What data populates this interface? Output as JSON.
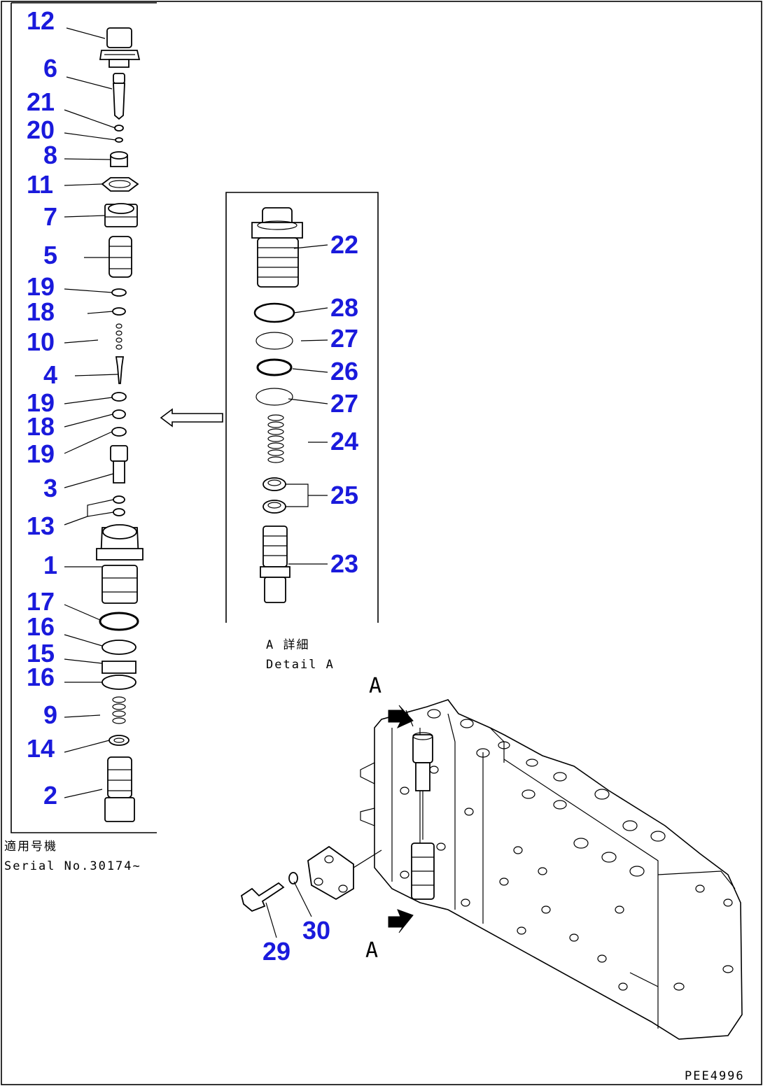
{
  "main_callouts": [
    "12",
    "6",
    "21",
    "20",
    "8",
    "11",
    "7",
    "5",
    "19",
    "18",
    "10",
    "4",
    "19",
    "18",
    "19",
    "3",
    "13",
    "1",
    "17",
    "16",
    "15",
    "16",
    "9",
    "14",
    "2"
  ],
  "detail_callouts": [
    "22",
    "28",
    "27",
    "26",
    "27",
    "24",
    "25",
    "23"
  ],
  "assembly_callouts": [
    "30",
    "29"
  ],
  "view_markers": {
    "top": "A",
    "bottom": "A"
  },
  "serial_label_jp": "適用号機",
  "serial_label": "Serial No.30174~",
  "detail_label_jp": "A 詳細",
  "detail_label": "Detail A",
  "figure_code": "PEE4996"
}
